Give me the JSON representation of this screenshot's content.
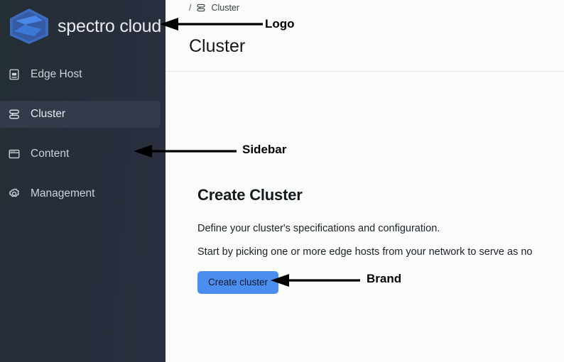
{
  "sidebar": {
    "brand": {
      "logo_icon": "spectro-cloud-hexagon-s-logo",
      "name": "spectro cloud"
    },
    "items": [
      {
        "id": "edge-host",
        "label": "Edge Host",
        "icon": "server-device-icon",
        "active": false
      },
      {
        "id": "cluster",
        "label": "Cluster",
        "icon": "cluster-stack-icon",
        "active": true
      },
      {
        "id": "content",
        "label": "Content",
        "icon": "window-content-icon",
        "active": false
      },
      {
        "id": "management",
        "label": "Management",
        "icon": "gear-icon",
        "active": false
      }
    ]
  },
  "header": {
    "breadcrumb": {
      "separator": "/",
      "icon": "cluster-stack-icon",
      "label": "Cluster"
    },
    "title": "Cluster"
  },
  "main": {
    "heading": "Create Cluster",
    "paragraph_1": "Define your cluster's specifications and configuration.",
    "paragraph_2": "Start by picking one or more edge hosts from your network to serve as no",
    "primary_button": "Create cluster"
  },
  "annotations": [
    {
      "id": "logo",
      "label": "Logo"
    },
    {
      "id": "sidebar",
      "label": "Sidebar"
    },
    {
      "id": "brand",
      "label": "Brand"
    }
  ],
  "colors": {
    "sidebar_bg": "#272d3b",
    "sidebar_active": "#333b4b",
    "accent_blue": "#4b8ef0",
    "logo_blue": "#4a87e8",
    "main_bg": "#fafcfa",
    "text_dark": "#15181c",
    "sidebar_text": "#ccd2da"
  }
}
